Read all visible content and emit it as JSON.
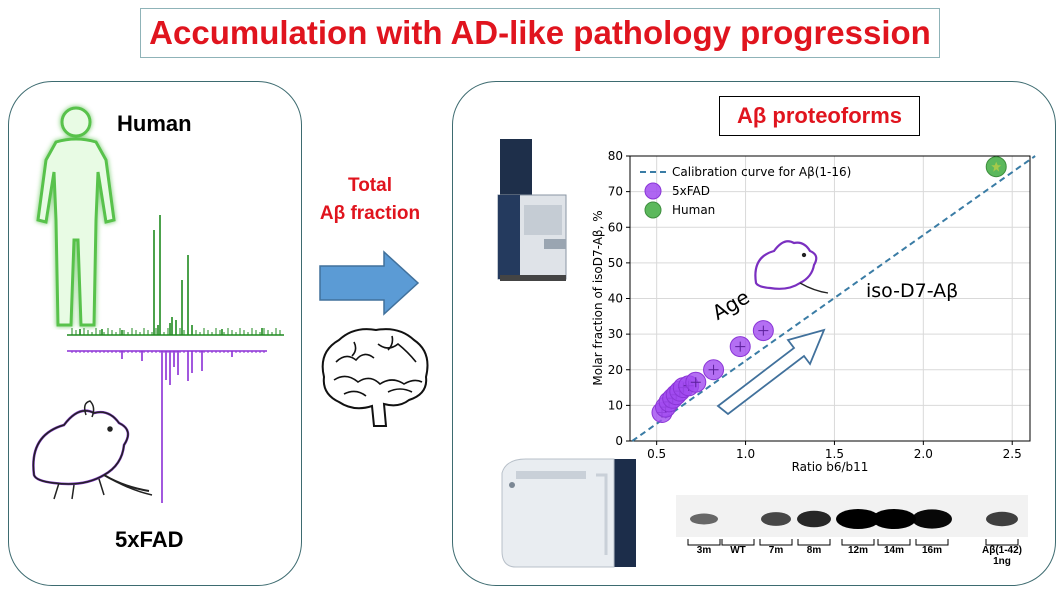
{
  "title": "Accumulation with AD-like pathology progression",
  "left": {
    "human_label": "Human",
    "mouse_label": "5xFAD"
  },
  "middle": {
    "line1": "Total",
    "line2": "Aβ fraction"
  },
  "right": {
    "box_title": "Aβ proteoforms",
    "annotation_age": "Age",
    "annotation_iso": "iso-D7-Aβ"
  },
  "chart_data": {
    "type": "scatter",
    "xlabel": "Ratio b6/b11",
    "ylabel": "Molar fraction of isoD7-Aβ, %",
    "xlim": [
      0.35,
      2.6
    ],
    "ylim": [
      0,
      80
    ],
    "xticks": [
      "0.5",
      "1.0",
      "1.5",
      "2.0",
      "2.5"
    ],
    "yticks": [
      "0",
      "10",
      "20",
      "30",
      "40",
      "50",
      "60",
      "70",
      "80"
    ],
    "grid": true,
    "legend_position": "top-left",
    "calibration": {
      "name": "Calibration curve for Aβ(1-16)",
      "slope": 35.3,
      "intercept": -12.8,
      "color": "#3a7ca5"
    },
    "series": [
      {
        "name": "5xFAD",
        "color": "#a14bf0",
        "x": [
          0.53,
          0.55,
          0.57,
          0.59,
          0.61,
          0.63,
          0.65,
          0.68,
          0.72,
          0.82,
          0.97,
          1.1
        ],
        "y": [
          8.0,
          9.5,
          11.0,
          12.0,
          13.0,
          14.0,
          15.0,
          15.5,
          16.5,
          20.0,
          26.5,
          31.0
        ]
      },
      {
        "name": "Human",
        "color": "#5cb85c",
        "x": [
          2.41
        ],
        "y": [
          77.0
        ]
      }
    ]
  },
  "gel": {
    "lanes": [
      {
        "label": "3m",
        "intensity": 0.35
      },
      {
        "label": "WT",
        "intensity": 0.0
      },
      {
        "label": "7m",
        "intensity": 0.55
      },
      {
        "label": "8m",
        "intensity": 0.75
      },
      {
        "label": "12m",
        "intensity": 1.0
      },
      {
        "label": "14m",
        "intensity": 1.0
      },
      {
        "label": "16m",
        "intensity": 0.95
      },
      {
        "label": "Aβ(1-42)",
        "sublabel": "1ng",
        "intensity": 0.6
      }
    ]
  }
}
